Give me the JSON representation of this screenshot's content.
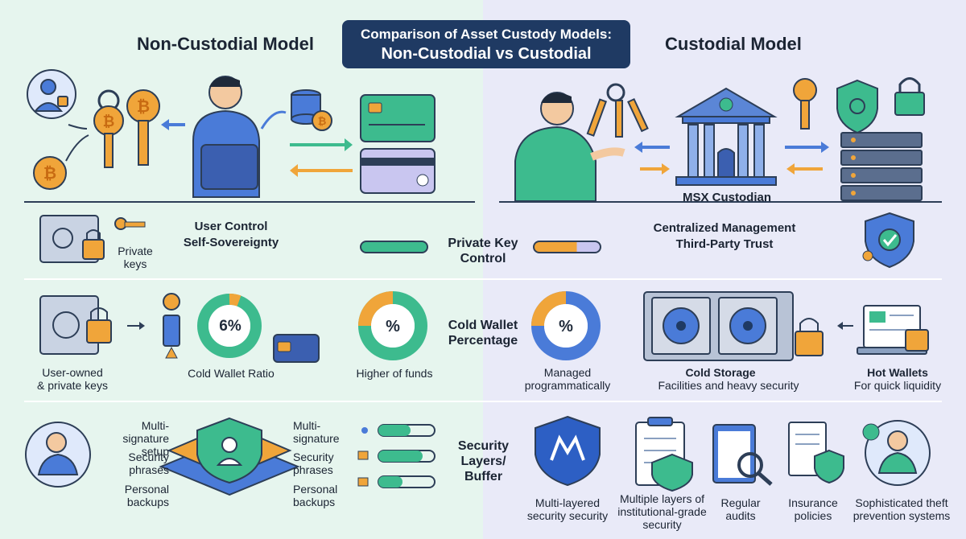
{
  "title": {
    "line1": "Comparison of Asset Custody Models:",
    "line2": "Non-Custodial vs Custodial"
  },
  "left_header": "Non-Custodial Model",
  "right_header": "Custodial Model",
  "row1": {
    "left_label": "User Control\nSelf-Sovereignty",
    "private_keys": "Private\nkeys",
    "middle": "Private Key\nControl",
    "custodian": "MSX Custodian",
    "right_label": "Centralized Management\nThird-Party Trust"
  },
  "row2": {
    "user_owned": "User-owned\n& private keys",
    "cold_ratio_value": "6%",
    "cold_ratio_label": "Cold Wallet Ratio",
    "pct_symbol": "%",
    "higher_funds": "Higher of funds",
    "middle": "Cold Wallet\nPercentage",
    "managed": "Managed\nprogrammatically",
    "cold_storage_title": "Cold Storage",
    "cold_storage_sub": "Facilities and heavy security",
    "hot_title": "Hot Wallets",
    "hot_sub": "For quick liquidity"
  },
  "row3": {
    "multisig_setup": "Multi-signature\nsetup",
    "security_phrases": "Security\nphrases",
    "personal_backups": "Personal\nbackups",
    "multi_signature": "Multi-\nsignature",
    "security_phrases_r": "Security\nphrases",
    "personal_backups_r": "Personal\nbackups",
    "middle": "Security\nLayers/\nBuffer",
    "multi_layered": "Multi-layered\nsecurity security",
    "institutional": "Multiple layers of\ninstitutional-grade\nsecurity",
    "audits": "Regular\naudits",
    "insurance": "Insurance\npolicies",
    "theft": "Sophisticated theft\nprevention systems"
  },
  "colors": {
    "green": "#3dbb8e",
    "orange": "#f0a53a",
    "blue": "#4a7bd8",
    "navy": "#1f3a63",
    "purple": "#c9c6f0"
  }
}
